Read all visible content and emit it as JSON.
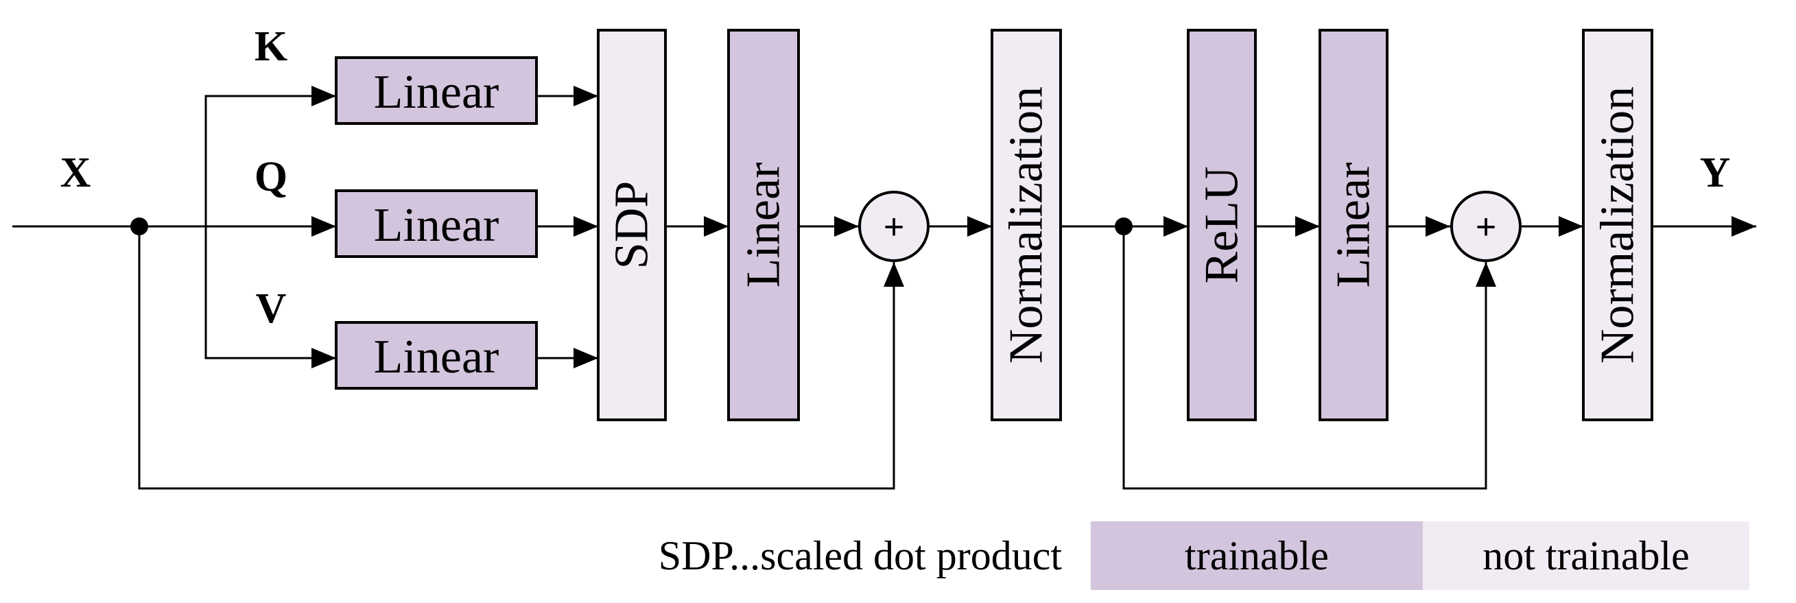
{
  "inputs": {
    "x": "X",
    "k": "K",
    "q": "Q",
    "v": "V"
  },
  "output": {
    "y": "Y"
  },
  "blocks": {
    "linear_k": "Linear",
    "linear_q": "Linear",
    "linear_v": "Linear",
    "sdp": "SDP",
    "linear_attn": "Linear",
    "norm_1": "Normalization",
    "relu": "ReLU",
    "linear_ff": "Linear",
    "norm_2": "Normalization"
  },
  "adders": {
    "add_1": "+",
    "add_2": "+"
  },
  "legend": {
    "note": "SDP...scaled dot product",
    "trainable": "trainable",
    "not_trainable": "not trainable"
  },
  "colors": {
    "trainable": "#d3c5dd",
    "not_trainable": "#f1ecf4",
    "stroke": "#000000"
  }
}
